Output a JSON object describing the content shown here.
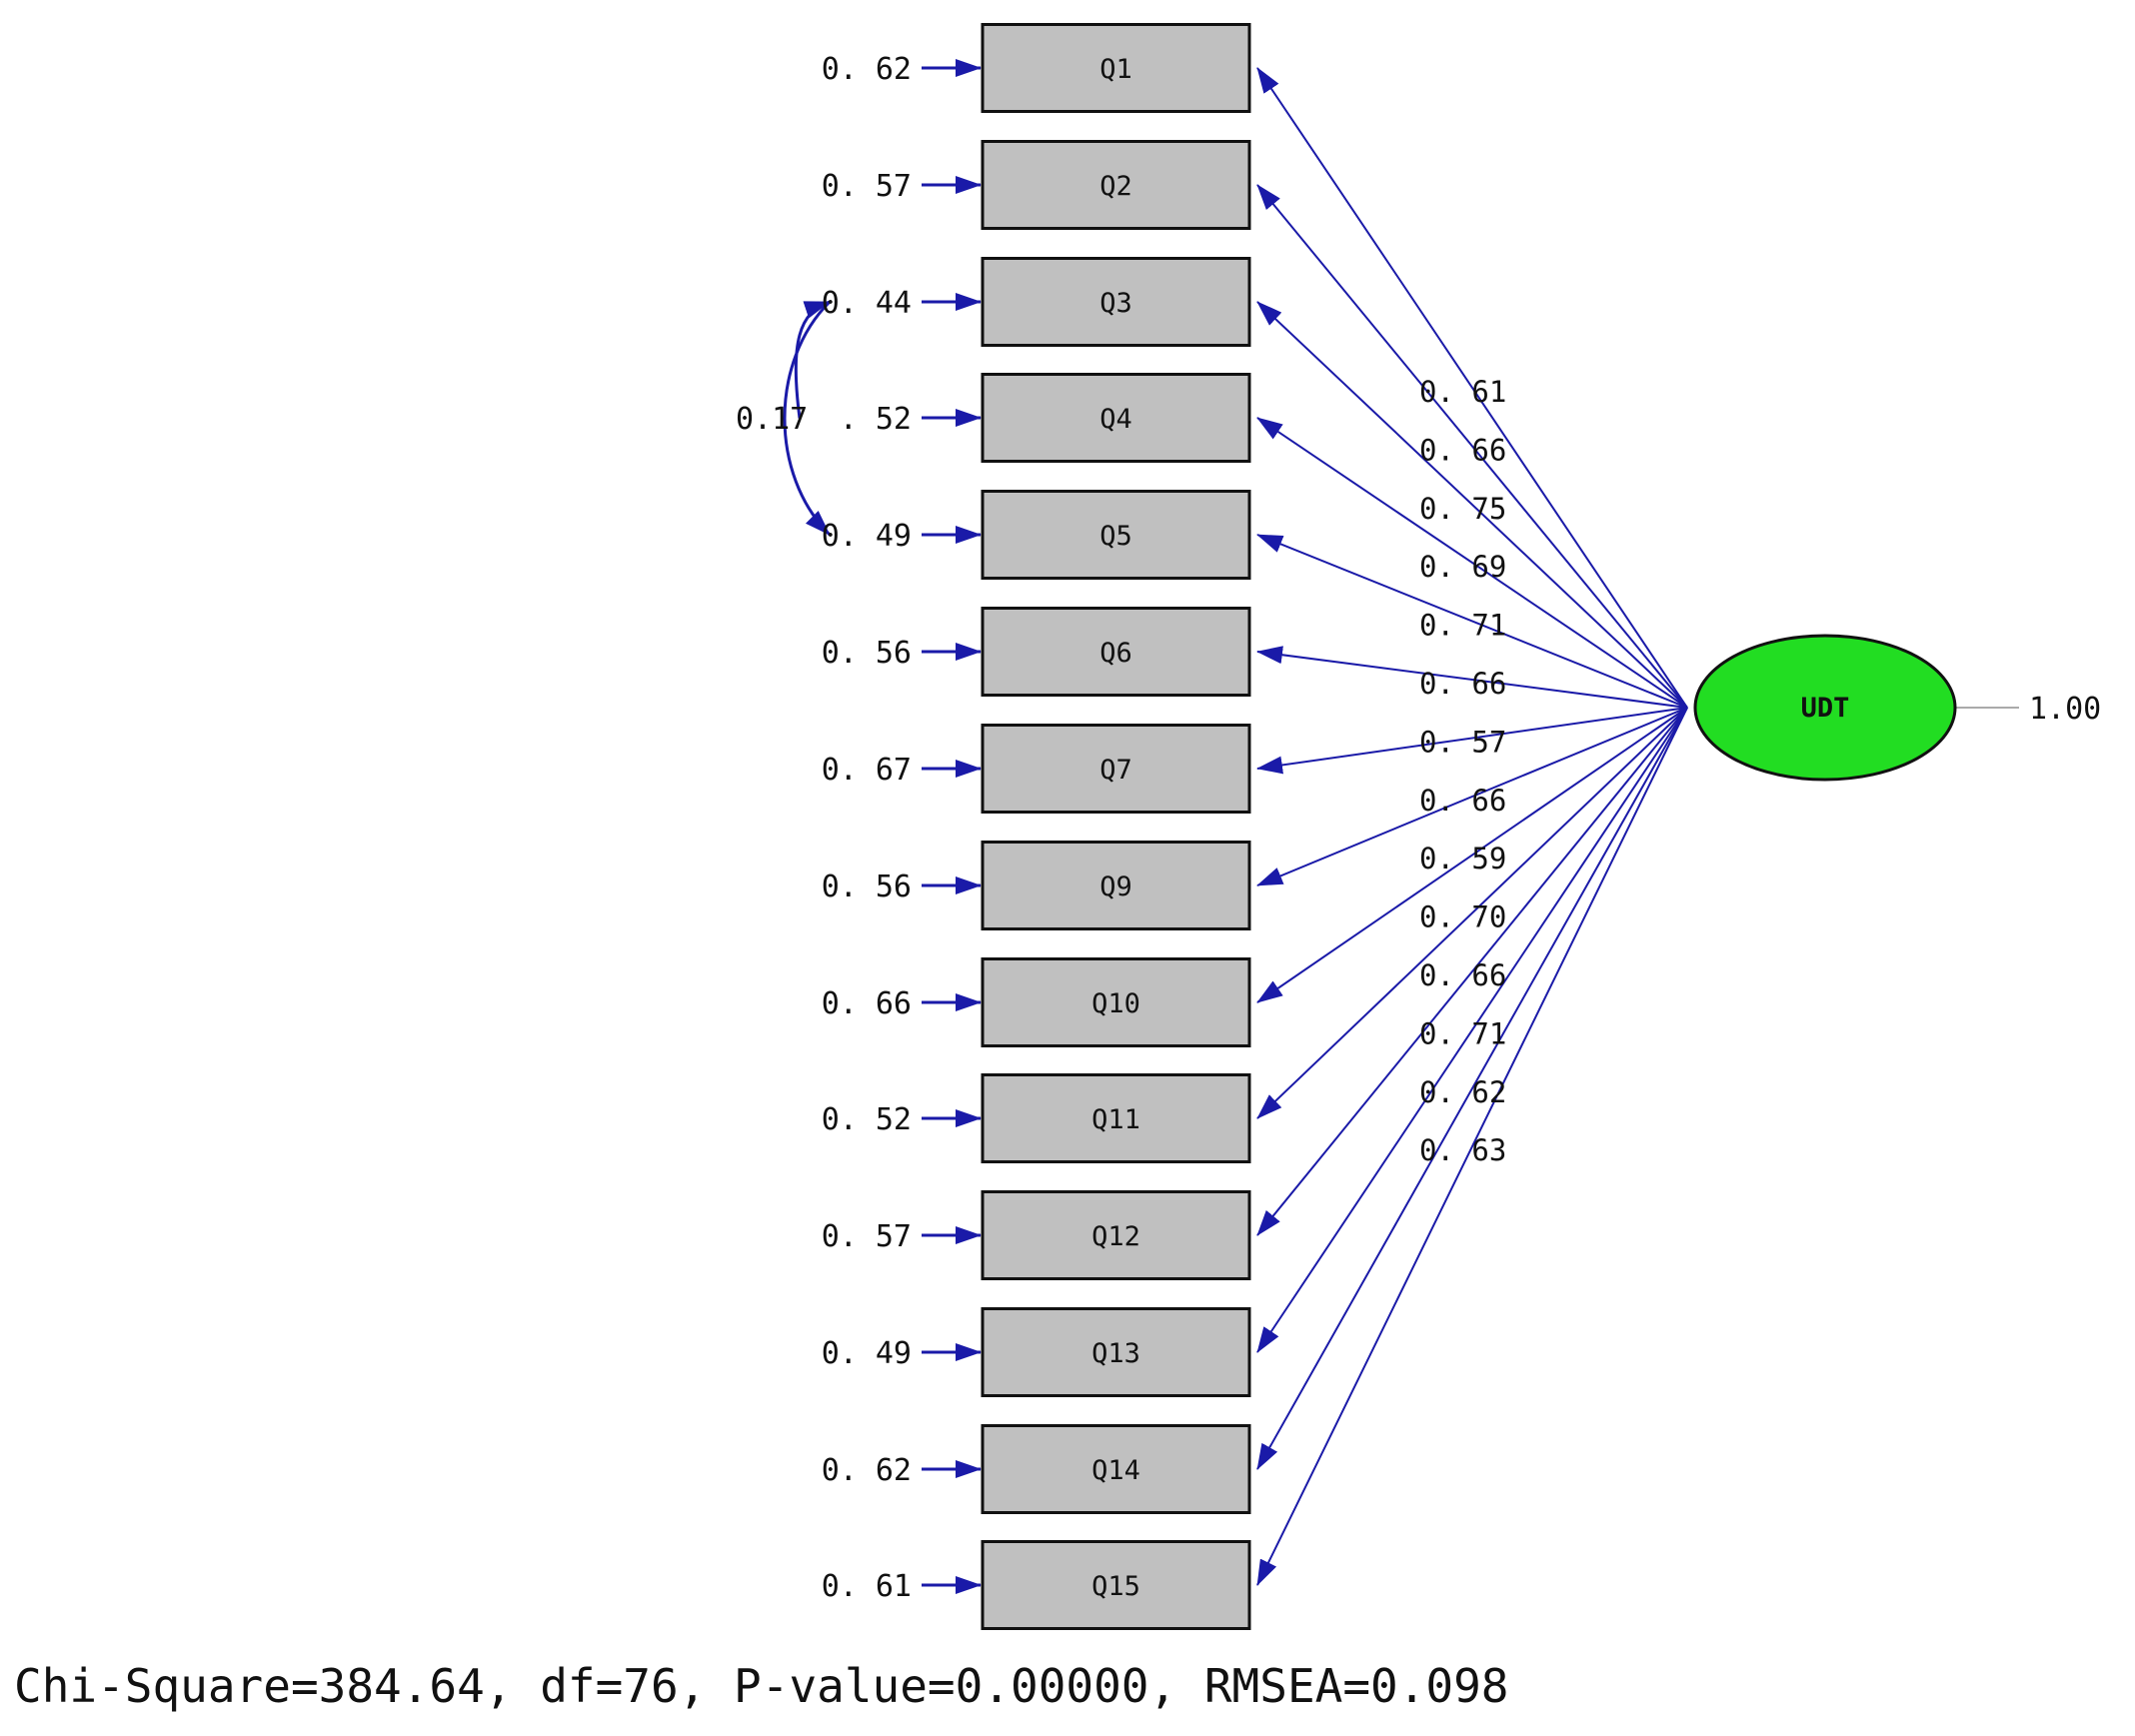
{
  "latent": {
    "name": "UDT",
    "variance": "1.00",
    "fill": "#22dd22"
  },
  "covariance": {
    "label": "0.17",
    "between": [
      "Q3",
      "Q5"
    ]
  },
  "indicators": [
    {
      "name": "Q1",
      "error": "0. 62",
      "loading": "0. 61"
    },
    {
      "name": "Q2",
      "error": "0. 57",
      "loading": "0. 66"
    },
    {
      "name": "Q3",
      "error": "0. 44",
      "loading": "0. 75"
    },
    {
      "name": "Q4",
      "error": ". 52",
      "loading": "0. 69"
    },
    {
      "name": "Q5",
      "error": "0. 49",
      "loading": "0. 71"
    },
    {
      "name": "Q6",
      "error": "0. 56",
      "loading": "0. 66"
    },
    {
      "name": "Q7",
      "error": "0. 67",
      "loading": "0. 57"
    },
    {
      "name": "Q9",
      "error": "0. 56",
      "loading": "0. 66"
    },
    {
      "name": "Q10",
      "error": "0. 66",
      "loading": "0. 59"
    },
    {
      "name": "Q11",
      "error": "0. 52",
      "loading": "0. 70"
    },
    {
      "name": "Q12",
      "error": "0. 57",
      "loading": "0. 66"
    },
    {
      "name": "Q13",
      "error": "0. 49",
      "loading": "0. 71"
    },
    {
      "name": "Q14",
      "error": "0. 62",
      "loading": "0. 62"
    },
    {
      "name": "Q15",
      "error": "0. 61",
      "loading": "0. 63"
    }
  ],
  "fit_statistics": "Chi-Square=384.64, df=76, P-value=0.00000, RMSEA=0.098",
  "colors": {
    "path": "#1a1aa8",
    "box": "#c0c0c0",
    "latent": "#22dd22"
  }
}
